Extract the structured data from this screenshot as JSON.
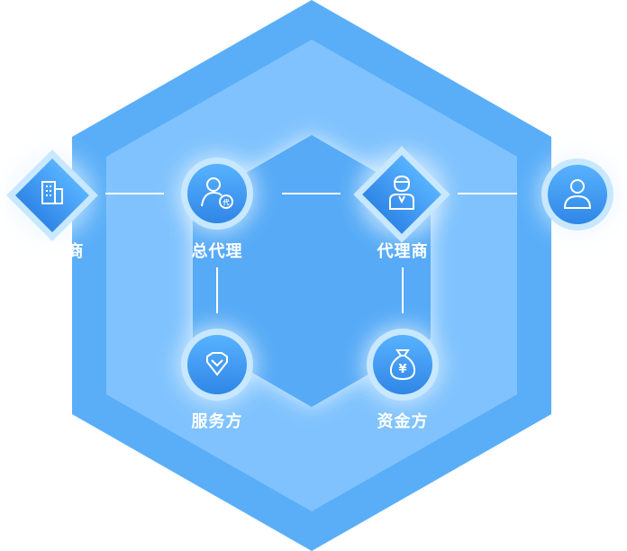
{
  "nodes": {
    "left_partial": {
      "label": "商",
      "icon": "building-icon"
    },
    "general_agent": {
      "label": "总代理",
      "icon": "agent-user-icon"
    },
    "agent": {
      "label": "代理商",
      "icon": "person-tie-icon"
    },
    "right_partial": {
      "label": "",
      "icon": "user-icon"
    },
    "service_provider": {
      "label": "服务方",
      "icon": "diamond-check-icon"
    },
    "funder": {
      "label": "资金方",
      "icon": "money-bag-icon"
    }
  },
  "colors": {
    "outer_hex": "#5aaef8",
    "middle_hex": "#7fc2fd",
    "inner_hex": "#56aaf6",
    "node_fill": "#3f97ef",
    "node_ring": "#b9e2ff",
    "line": "#ffffff"
  }
}
